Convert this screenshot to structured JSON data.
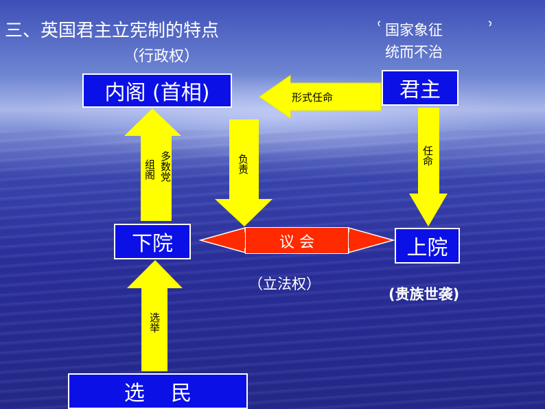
{
  "title": "三、英国君主立宪制的特点",
  "labels": {
    "executive": "（行政权）",
    "legislative": "（立法权）",
    "nobility": "(贵族世袭)",
    "monarch_note_line1": "国家象征",
    "monarch_note_line2": "统而不治"
  },
  "boxes": {
    "cabinet": "内阁 (首相)",
    "monarch": "君主",
    "commons": "下院",
    "lords": "上院",
    "parliament": "议 会",
    "voters": "选    民"
  },
  "arrows": {
    "formal_appoint": "形式任命",
    "appoint": "任命",
    "responsible": "负责",
    "majority_party": "多数党",
    "form_cabinet": "组阁",
    "election": "选举"
  },
  "colors": {
    "box_fill": "#0b10e6",
    "arrow_fill": "#ffff00",
    "parliament_fill": "#ff2a00"
  }
}
